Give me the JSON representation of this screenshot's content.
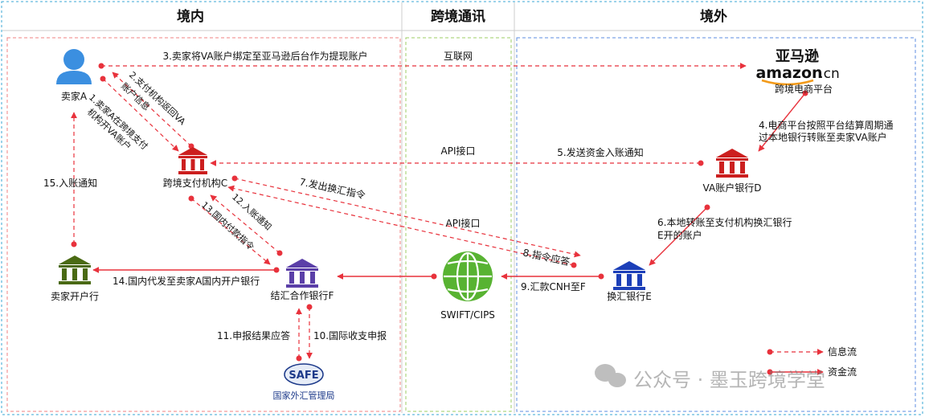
{
  "headers": {
    "domestic": "境内",
    "cross_border": "跨境通讯",
    "overseas": "境外"
  },
  "nodes": {
    "seller_a": "卖家A",
    "platform": "跨境电商平台",
    "platform_logo_cn": "亚马逊",
    "platform_logo_en": "amazon",
    "platform_logo_suffix": ".cn",
    "payment_c": "跨境支付机构C",
    "va_bank_d": "VA账户银行D",
    "fx_bank_e": "换汇银行E",
    "partner_bank_f": "结汇合作银行F",
    "seller_bank": "卖家开户行",
    "swift": "SWIFT/CIPS",
    "safe_logo": "SAFE",
    "safe": "国家外汇管理局"
  },
  "channels": {
    "internet": "互联网",
    "api1": "API接口",
    "api2": "API接口"
  },
  "steps": {
    "s1a": "1.卖家A在跨境支付",
    "s1b": "机构开VA账户",
    "s2a": "2.支付机构返回VA",
    "s2b": "账户信息",
    "s3": "3.卖家将VA账户绑定至亚马逊后台作为提现账户",
    "s4a": "4.电商平台按照平台结算周期通",
    "s4b": "过本地银行转账至卖家VA账户",
    "s5": "5.发送资金入账通知",
    "s6a": "6.本地转账至支付机构换汇银行",
    "s6b": "E开的账户",
    "s7": "7.发出换汇指令",
    "s8": "8.指令应答",
    "s9": "9.汇款CNH至F",
    "s10": "10.国际收支申报",
    "s11": "11.申报结果应答",
    "s12": "12.入账通知",
    "s13": "13.国内付款指令",
    "s14": "14.国内代发至卖家A国内开户银行",
    "s15": "15.入账通知"
  },
  "legend": {
    "info": "信息流",
    "fund": "资金流"
  },
  "watermark": "公众号 · 墨玉跨境学堂",
  "colors": {
    "flow": "#e8323c",
    "bank_red": "#cc1f1f",
    "bank_blue": "#1c3fb8",
    "bank_purple": "#5b3fa8",
    "bank_green": "#4a6a14",
    "person": "#3b8fe0",
    "globe": "#58b332"
  }
}
